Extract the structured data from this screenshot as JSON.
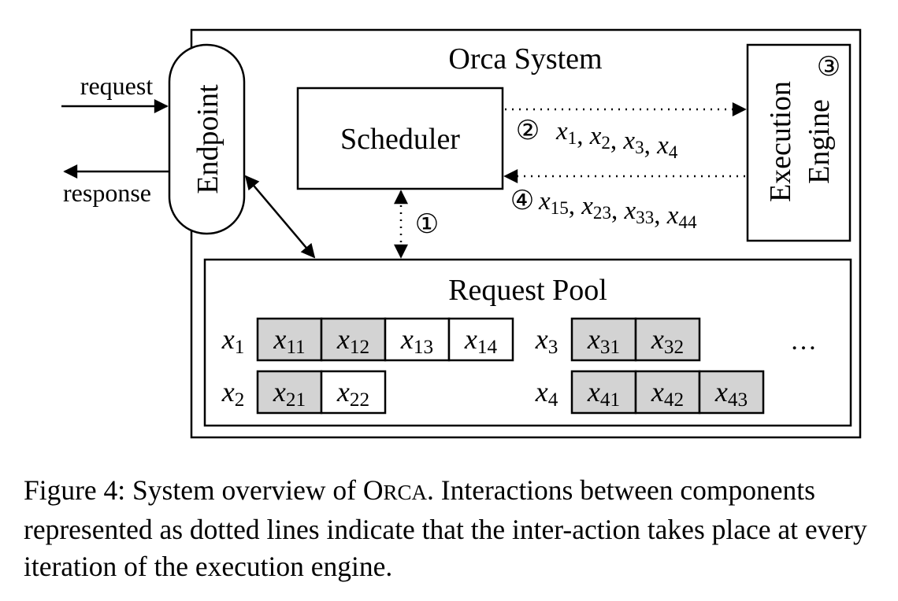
{
  "diagram": {
    "system_title": "Orca System",
    "endpoint_label": "Endpoint",
    "request_label": "request",
    "response_label": "response",
    "scheduler_label": "Scheduler",
    "engine_label_line1": "Execution",
    "engine_label_line2": "Engine",
    "step1": "①",
    "step2": "②",
    "step3": "③",
    "step4": "④",
    "step2_vars": [
      {
        "base": "x",
        "sub": "1"
      },
      {
        "base": "x",
        "sub": "2"
      },
      {
        "base": "x",
        "sub": "3"
      },
      {
        "base": "x",
        "sub": "4"
      }
    ],
    "step4_vars": [
      {
        "base": "x",
        "sub": "15"
      },
      {
        "base": "x",
        "sub": "23"
      },
      {
        "base": "x",
        "sub": "33"
      },
      {
        "base": "x",
        "sub": "44"
      }
    ],
    "pool_title": "Request Pool",
    "ellipsis": "…",
    "requests": [
      {
        "base": "x",
        "sub": "1",
        "tokens": [
          {
            "base": "x",
            "sub": "11",
            "processed": true
          },
          {
            "base": "x",
            "sub": "12",
            "processed": true
          },
          {
            "base": "x",
            "sub": "13",
            "processed": false
          },
          {
            "base": "x",
            "sub": "14",
            "processed": false
          }
        ]
      },
      {
        "base": "x",
        "sub": "2",
        "tokens": [
          {
            "base": "x",
            "sub": "21",
            "processed": true
          },
          {
            "base": "x",
            "sub": "22",
            "processed": false
          }
        ]
      },
      {
        "base": "x",
        "sub": "3",
        "tokens": [
          {
            "base": "x",
            "sub": "31",
            "processed": true
          },
          {
            "base": "x",
            "sub": "32",
            "processed": true
          }
        ]
      },
      {
        "base": "x",
        "sub": "4",
        "tokens": [
          {
            "base": "x",
            "sub": "41",
            "processed": true
          },
          {
            "base": "x",
            "sub": "42",
            "processed": true
          },
          {
            "base": "x",
            "sub": "43",
            "processed": true
          }
        ]
      }
    ],
    "colors": {
      "processed_fill": "#d3d3d3",
      "unprocessed_fill": "#ffffff",
      "stroke": "#000000"
    }
  },
  "caption": {
    "prefix": "Figure 4: System overview of ",
    "name_initial_O": "O",
    "name_rest_rca": "RCA",
    "name_initial_A": "A",
    "text_after_name": ". Interactions between components represented as dotted lines indicate that the inter-action takes place at every iteration of the execution engine."
  }
}
